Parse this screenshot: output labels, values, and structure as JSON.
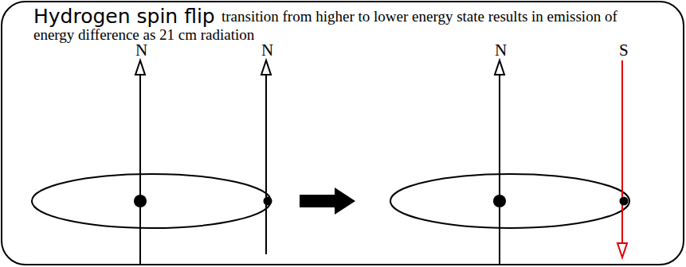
{
  "diagram": {
    "title": "Hydrogen spin flip",
    "labels": [
      "transition from higher to lower energy state results in emission of energy difference as 21 cm radiation",
      "N",
      "N",
      "N",
      "S"
    ]
  }
}
